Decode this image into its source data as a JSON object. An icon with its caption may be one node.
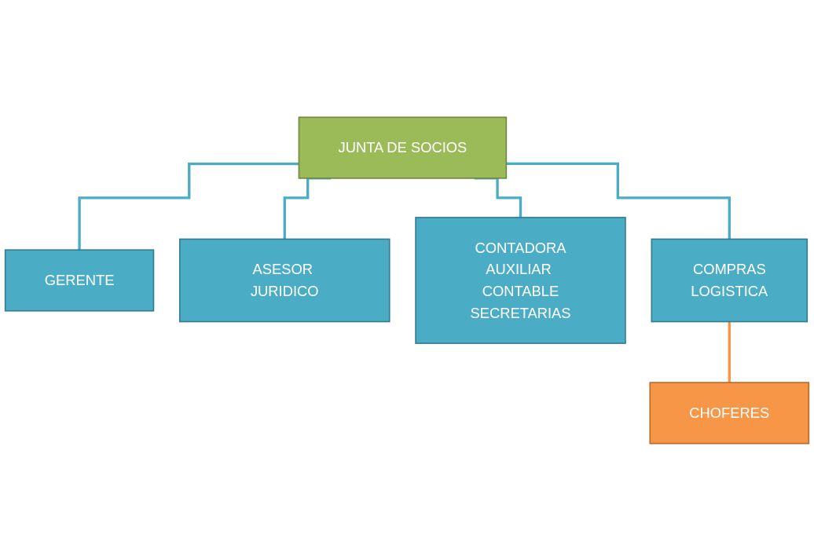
{
  "diagram": {
    "nodes": [
      {
        "text": [
          "JUNTA DE SOCIOS"
        ]
      },
      {
        "text": [
          "GERENTE"
        ]
      },
      {
        "text": [
          "ASESOR JURIDICO"
        ]
      },
      {
        "text": [
          "CONTADORA",
          "AUXILIAR CONTABLE",
          "SECRETARIAS"
        ]
      },
      {
        "text": [
          "COMPRAS",
          "LOGISTICA"
        ]
      },
      {
        "text": [
          "CHOFERES"
        ]
      }
    ],
    "edges": [
      {
        "from": 0,
        "to": 1,
        "arrow": "none"
      },
      {
        "from": 0,
        "to": 2,
        "arrow": "none"
      },
      {
        "from": 0,
        "to": 3,
        "arrow": "none"
      },
      {
        "from": 0,
        "to": 4,
        "arrow": "none"
      },
      {
        "from": 4,
        "to": 5,
        "arrow": "none",
        "color": "#f79646"
      }
    ]
  }
}
